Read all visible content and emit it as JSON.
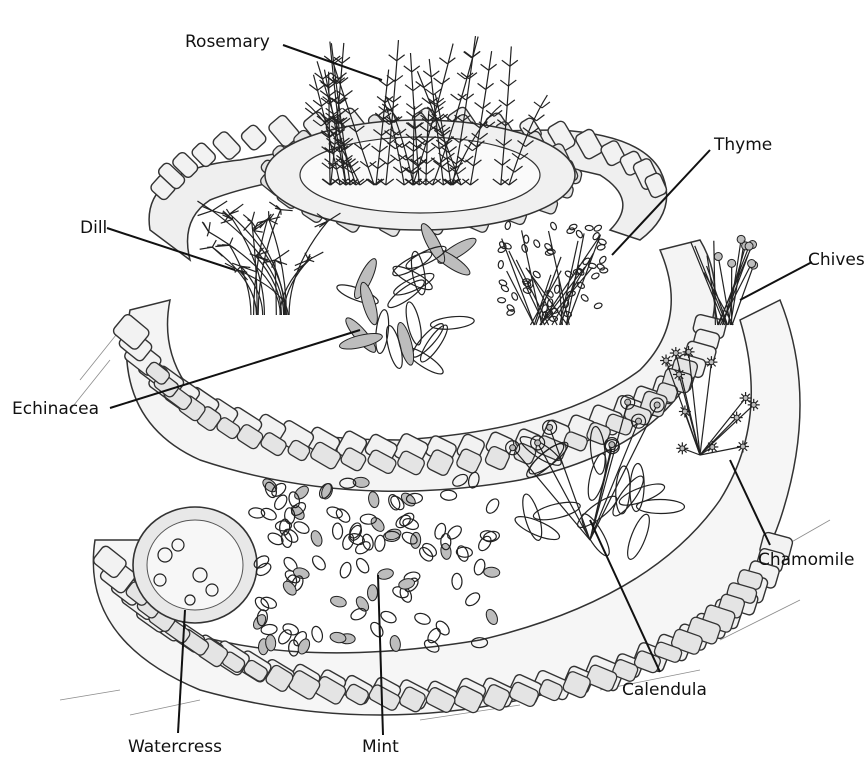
{
  "labels": {
    "rosemary": "Rosemary",
    "thyme": "Thyme",
    "dill": "Dill",
    "chives": "Chives",
    "echinacea": "Echinacea",
    "chamomile": "Chamomile",
    "calendula": "Calendula",
    "watercress": "Watercress",
    "mint": "Mint"
  }
}
